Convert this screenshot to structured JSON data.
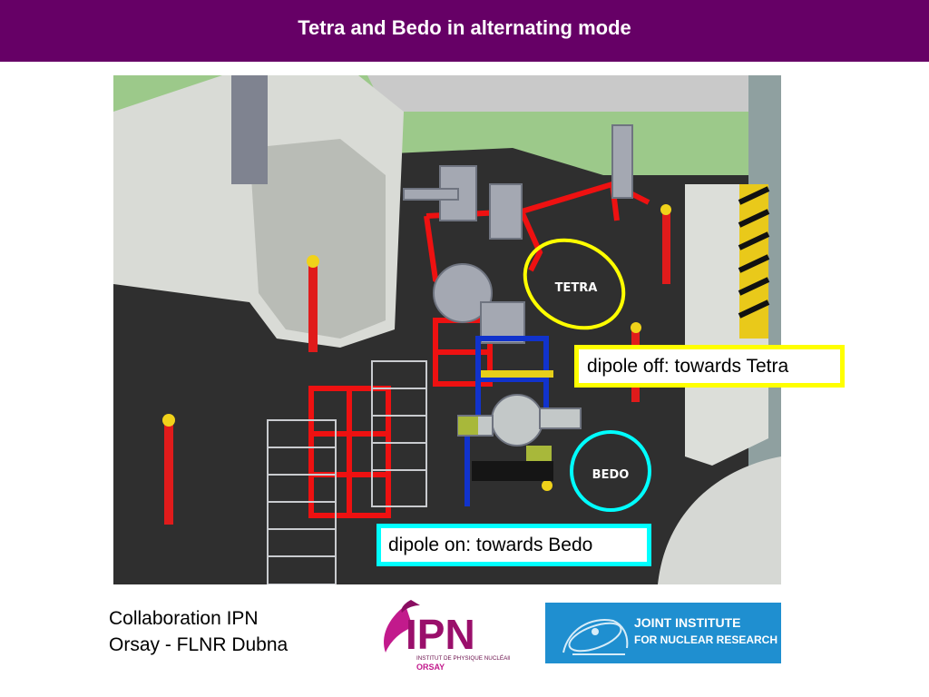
{
  "slide": {
    "title": "Tetra and Bedo in alternating mode"
  },
  "render": {
    "ring_labels": {
      "tetra": "TETRA",
      "bedo": "BEDO"
    },
    "colors": {
      "tetra_ring": "#ffff00",
      "bedo_ring": "#00ffff",
      "frame_red": "#ee1111",
      "frame_blue": "#1133cc"
    }
  },
  "callouts": {
    "tetra": "dipole off: towards Tetra",
    "bedo": "dipole on: towards Bedo"
  },
  "collaboration": {
    "line1": "Collaboration IPN",
    "line2": "Orsay - FLNR Dubna"
  },
  "logos": {
    "ipn": {
      "mark": "IPN",
      "subtitle": "INSTITUT DE PHYSIQUE NUCLÉAIRE",
      "city": "ORSAY",
      "color": "#9a0f6b"
    },
    "jinr": {
      "line1": "JOINT INSTITUTE",
      "line2": "FOR NUCLEAR RESEARCH",
      "color": "#1f8fd0"
    }
  },
  "theme": {
    "title_bar": "#660066"
  }
}
